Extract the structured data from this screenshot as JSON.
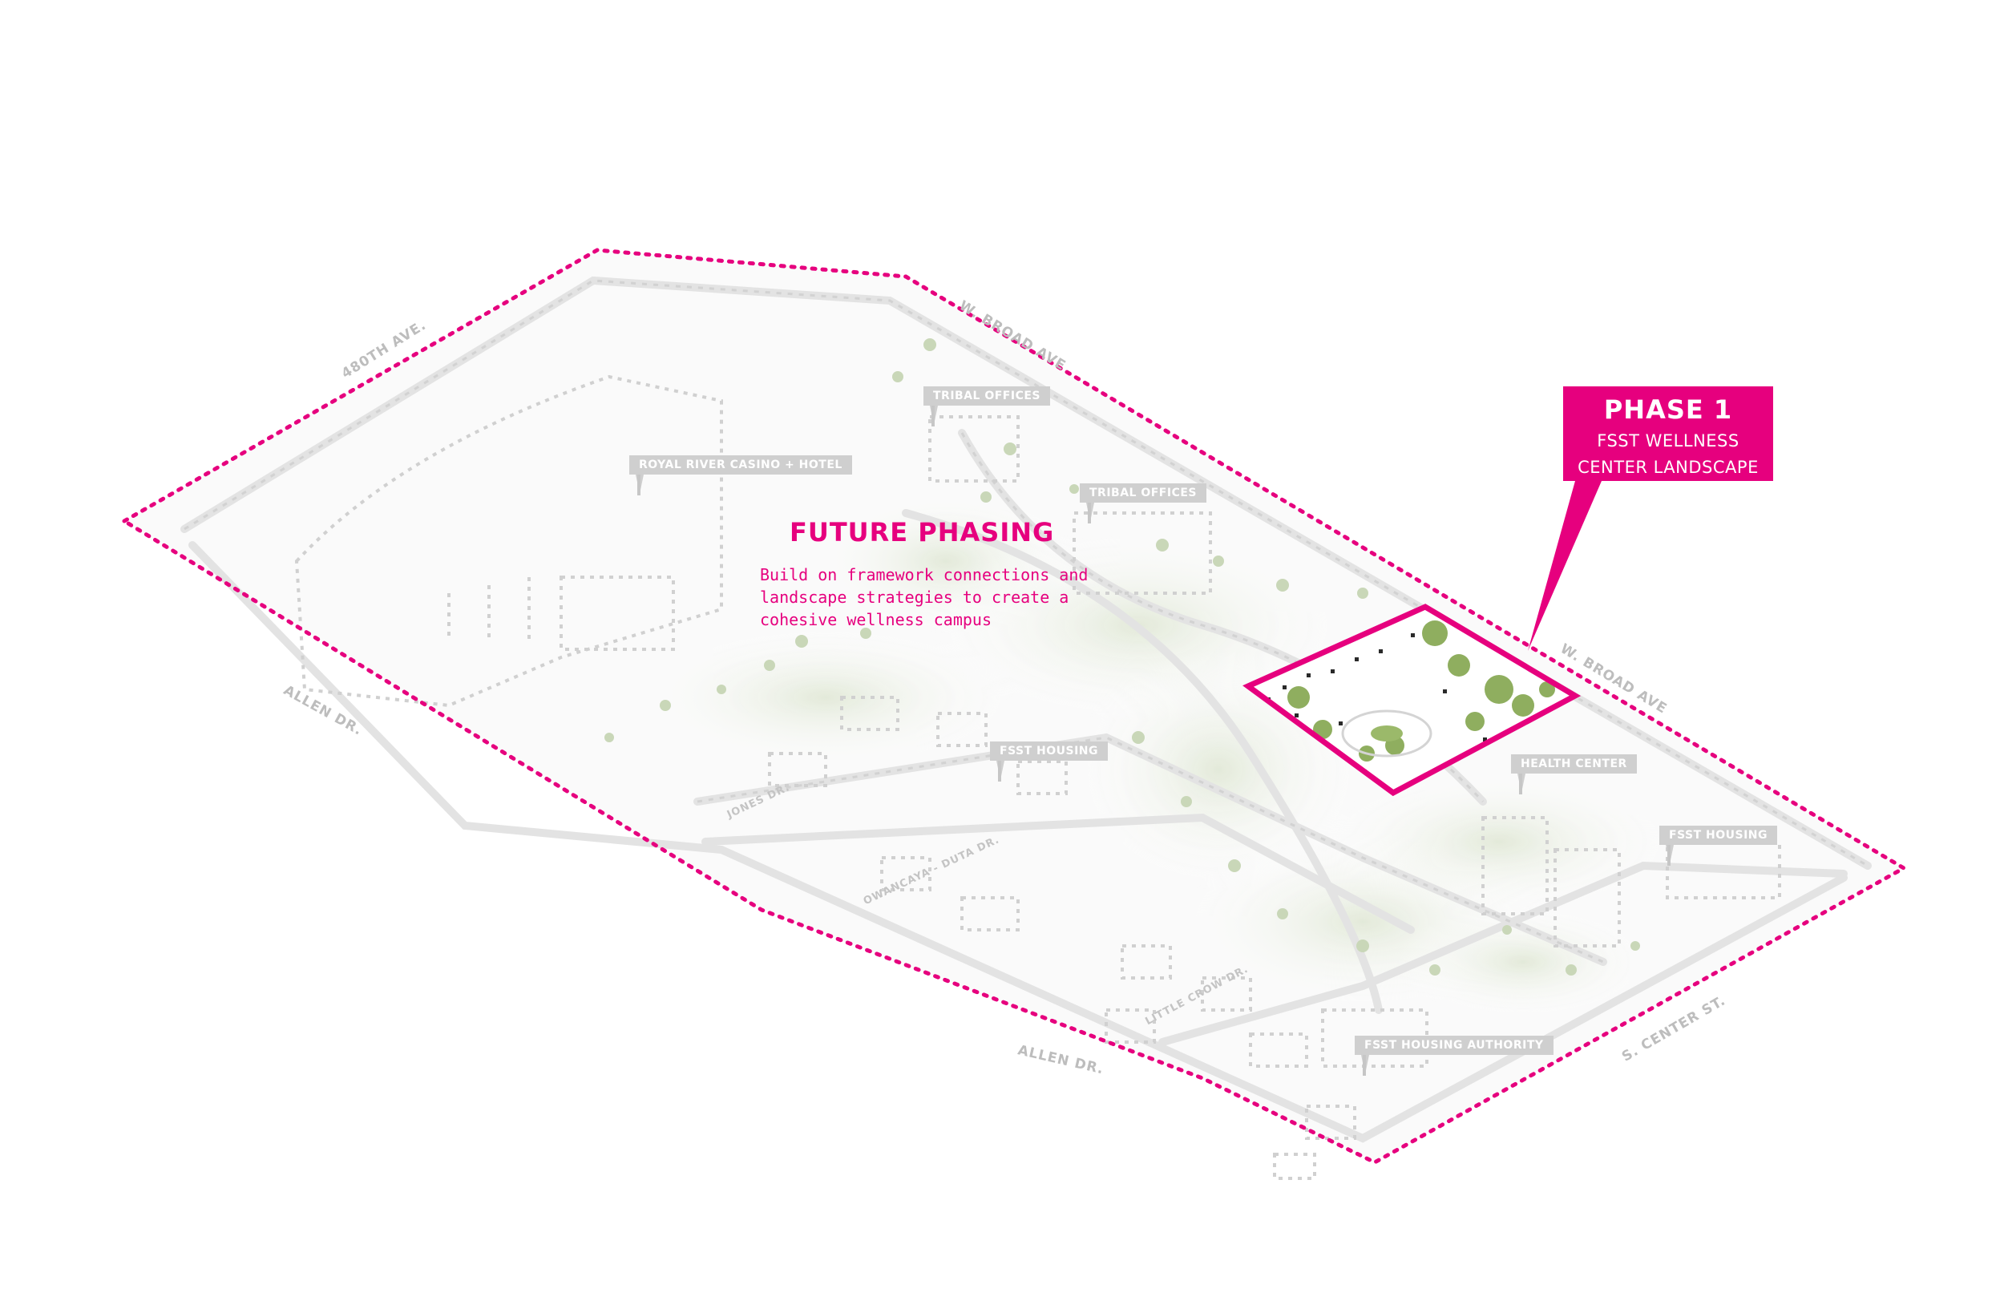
{
  "future_phasing": {
    "title": "FUTURE PHASING",
    "body": "Build on framework connections and landscape strategies to create a cohesive wellness campus"
  },
  "phase1": {
    "title": "PHASE 1",
    "subtitle": "FSST WELLNESS CENTER LANDSCAPE"
  },
  "buildings": {
    "tribal_offices_1": "TRIBAL OFFICES",
    "royal_river": "ROYAL RIVER CASINO + HOTEL",
    "tribal_offices_2": "TRIBAL OFFICES",
    "fsst_housing_1": "FSST HOUSING",
    "health_center": "HEALTH CENTER",
    "fsst_housing_2": "FSST HOUSING",
    "fsst_housing_authority": "FSST HOUSING AUTHORITY"
  },
  "streets": {
    "ave_480th": "480TH AVE.",
    "w_broad_ave_1": "W. BROAD AVE",
    "w_broad_ave_2": "W. BROAD AVE",
    "allen_dr_1": "ALLEN DR.",
    "allen_dr_2": "ALLEN DR.",
    "jones_dr": "JONES DR.",
    "owancaya_duta_dr": "OWANCAYA - DUTA DR.",
    "little_crow_dr": "LITTLE CROW DR.",
    "s_center_st": "S. CENTER ST."
  },
  "colors": {
    "accent": "#e6007e",
    "tag": "#cfcfcf",
    "street": "#bdbdbd",
    "vegetation": "#7ea05a"
  }
}
